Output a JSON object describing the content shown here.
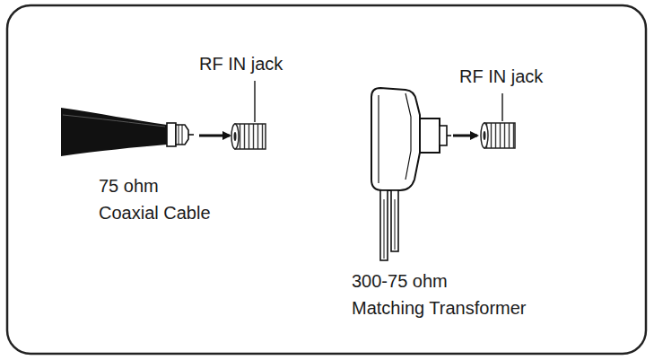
{
  "diagram": {
    "labels": [
      "RF IN jack",
      "75 ohm Coaxial Cable",
      "RF IN jack",
      "300-75 ohm Matching Transformer"
    ]
  }
}
